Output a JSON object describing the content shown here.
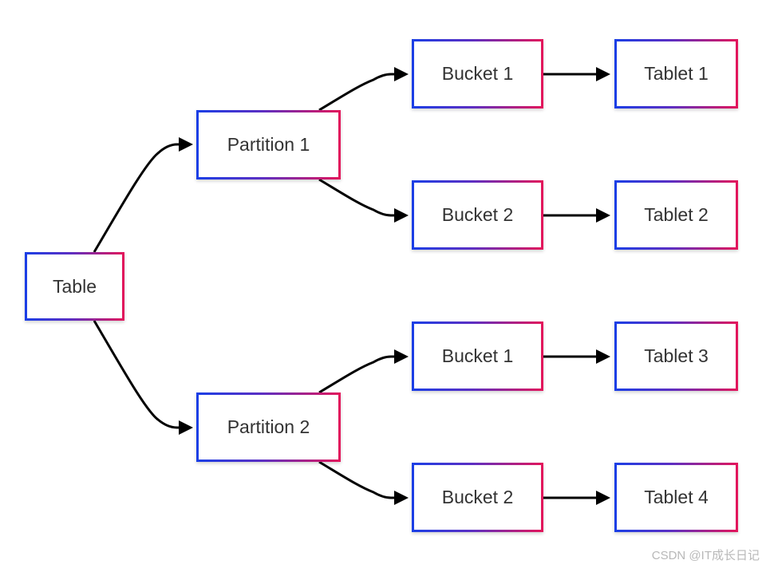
{
  "diagram": {
    "nodes": {
      "table": "Table",
      "partition_1": "Partition 1",
      "partition_2": "Partition 2",
      "bucket_1a": "Bucket 1",
      "bucket_2a": "Bucket 2",
      "bucket_1b": "Bucket 1",
      "bucket_2b": "Bucket 2",
      "tablet_1": "Tablet 1",
      "tablet_2": "Tablet 2",
      "tablet_3": "Tablet 3",
      "tablet_4": "Tablet 4"
    },
    "edges": [
      [
        "table",
        "partition_1"
      ],
      [
        "table",
        "partition_2"
      ],
      [
        "partition_1",
        "bucket_1a"
      ],
      [
        "partition_1",
        "bucket_2a"
      ],
      [
        "partition_2",
        "bucket_1b"
      ],
      [
        "partition_2",
        "bucket_2b"
      ],
      [
        "bucket_1a",
        "tablet_1"
      ],
      [
        "bucket_2a",
        "tablet_2"
      ],
      [
        "bucket_1b",
        "tablet_3"
      ],
      [
        "bucket_2b",
        "tablet_4"
      ]
    ],
    "colors": {
      "border_start": "#1a3fe6",
      "border_end": "#e4155a",
      "edge": "#000000",
      "text": "#333333"
    }
  },
  "watermark": "CSDN @IT成长日记"
}
